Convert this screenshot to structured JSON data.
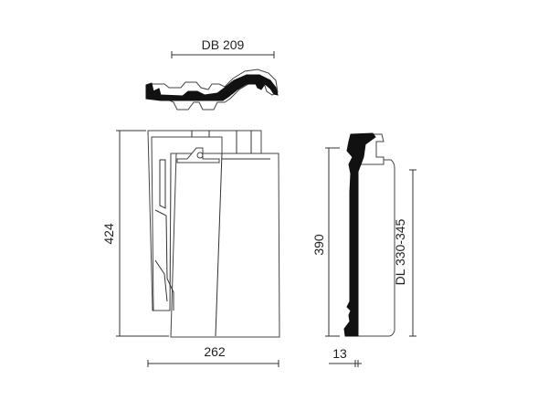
{
  "labels": {
    "width_db": "DB 209",
    "total_length": "424",
    "total_width": "262",
    "side_length": "390",
    "batten_gauge_dl": "DL 330-345",
    "thickness": "13"
  }
}
